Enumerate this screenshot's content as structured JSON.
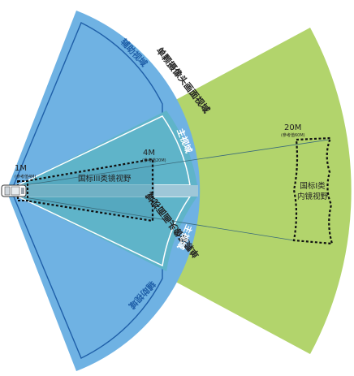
{
  "labels": {
    "aux_top": "辅助视域",
    "aux_bottom": "辅助视域",
    "main_top": "主视域",
    "main_bottom": "主视域",
    "camera_top": "单颗摄像头画面视域",
    "camera_bottom": "单颗摄像头画面视域",
    "class1_mirror": [
      "国标I类",
      "内镜视野"
    ],
    "class3_mirror": "国标III类镜视野"
  },
  "distances": [
    {
      "main": "1M",
      "sub": "(参考值4M)"
    },
    {
      "main": "4M",
      "sub": "(参考值20M)"
    },
    {
      "main": "20M",
      "sub": "(参考值60M)"
    }
  ],
  "colors": {
    "aux_blue": "#6fb2e3",
    "main_teal": "#5fb4c9",
    "green": "#b2d46c",
    "outline": "#1f5fa8",
    "text_dark": "#222222",
    "text_white": "#ffffff"
  }
}
